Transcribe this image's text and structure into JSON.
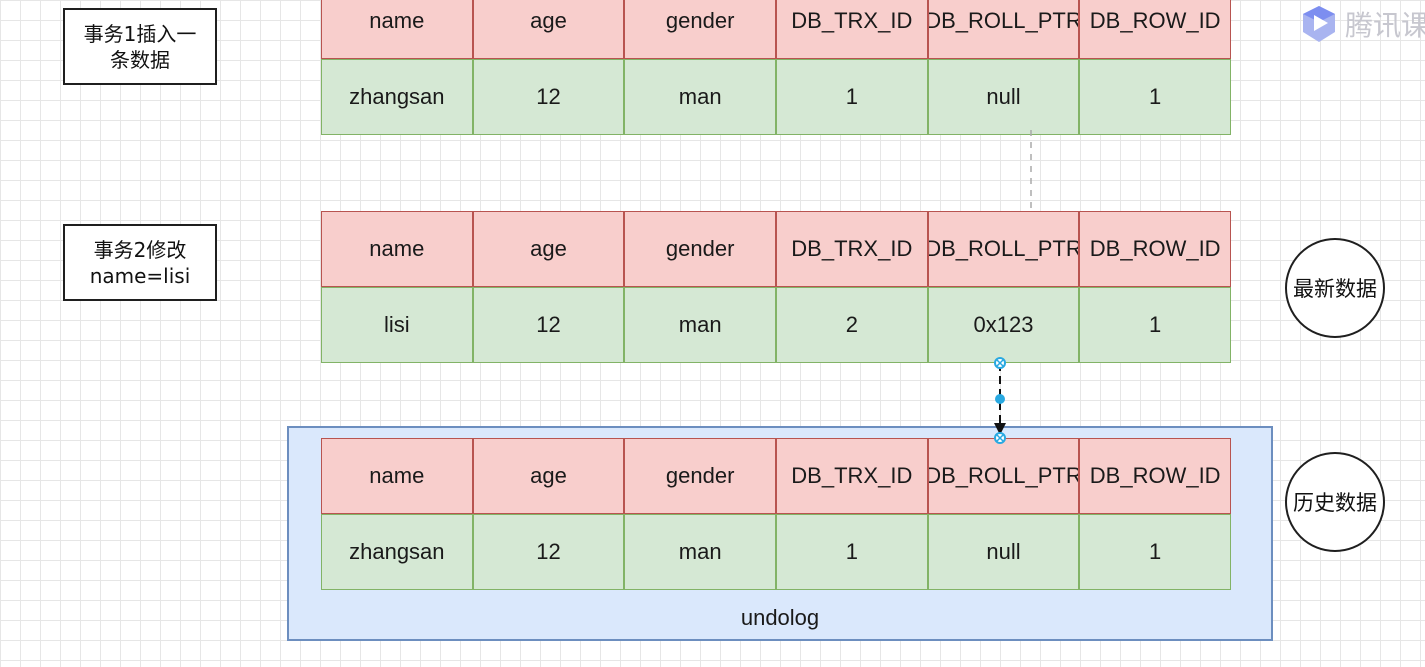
{
  "notes": {
    "tx1": "事务1插入一\n条数据",
    "tx2": "事务2修改\nname=lisi"
  },
  "tables": {
    "top": {
      "headers": [
        "name",
        "age",
        "gender",
        "DB_TRX_ID",
        "DB_ROLL_PTR",
        "DB_ROW_ID"
      ],
      "row": [
        "zhangsan",
        "12",
        "man",
        "1",
        "null",
        "1"
      ]
    },
    "middle": {
      "headers": [
        "name",
        "age",
        "gender",
        "DB_TRX_ID",
        "DB_ROLL_PTR",
        "DB_ROW_ID"
      ],
      "row": [
        "lisi",
        "12",
        "man",
        "2",
        "0x123",
        "1"
      ]
    },
    "history": {
      "headers": [
        "name",
        "age",
        "gender",
        "DB_TRX_ID",
        "DB_ROLL_PTR",
        "DB_ROW_ID"
      ],
      "row": [
        "zhangsan",
        "12",
        "man",
        "1",
        "null",
        "1"
      ]
    }
  },
  "undolog_label": "undolog",
  "circles": {
    "latest": "最新数据",
    "history": "历史数据"
  },
  "logo": {
    "icon": "play-logo-icon",
    "text": "腾讯课"
  },
  "colors": {
    "header_fill": "#f8cecc",
    "header_border": "#b85450",
    "data_fill": "#d5e8d4",
    "data_border": "#82b366",
    "undolog_fill": "#dae8fc",
    "undolog_border": "#6c8ebf",
    "connector": "#29a9e1"
  }
}
